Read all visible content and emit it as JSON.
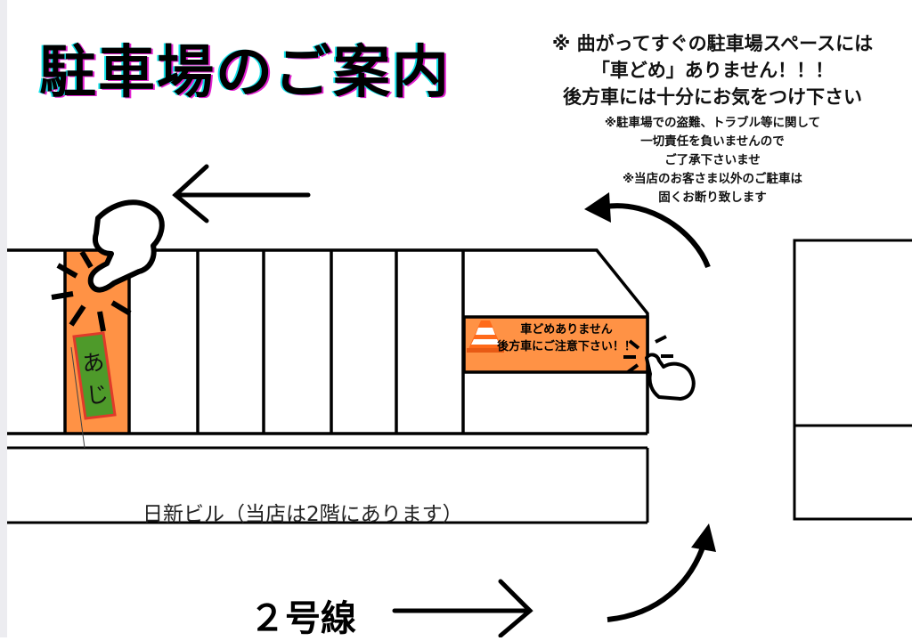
{
  "title": "駐車場のご案内",
  "notice": {
    "lines_big": [
      "※ 曲がってすぐの駐車場スペースには",
      "「車どめ」ありません！！！",
      "後方車には十分にお気をつけ下さい"
    ],
    "lines_small": [
      "※駐車場での盗難、トラブル等に関して",
      "一切責任を負いませんので",
      "ご了承下さいませ",
      "※当店のお客さま以外のご駐車は",
      "固くお断り致します"
    ]
  },
  "sign": {
    "line1": "車どめありません",
    "line2": "後方車にご注意下さい！！"
  },
  "flag_text": "あじ",
  "building_label": "日新ビル（当店は2階にあります）",
  "road_label": "２号線",
  "colors": {
    "orange": "#ff9245",
    "green": "#4e9a2a",
    "red": "#e03a2a",
    "cone": "#ff6a1a"
  }
}
